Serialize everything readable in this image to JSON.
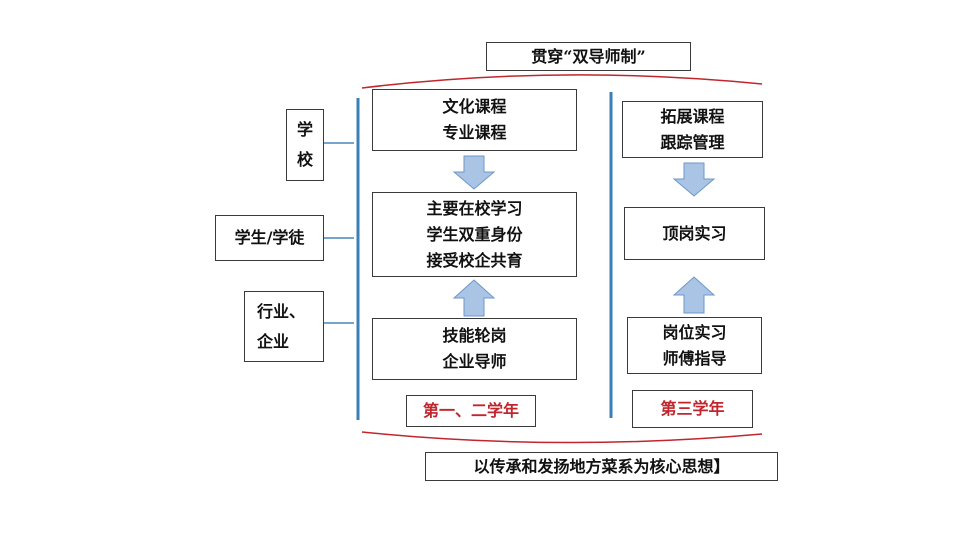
{
  "colors": {
    "curve": "#c0262d",
    "divider": "#3a7fb5",
    "connector": "#4a86b8",
    "arrow_fill": "#a9c4e4",
    "arrow_stroke": "#6e97c9",
    "year_text": "#c0262d"
  },
  "top_title": "贯穿“双导师制”",
  "bottom_caption": "以传承和发扬地方菜系为核心思想】",
  "left_labels": {
    "school": [
      "学",
      "校"
    ],
    "student": "学生/学徒",
    "industry": [
      "行业、",
      "企业"
    ]
  },
  "column1": {
    "box1": [
      "文化课程",
      "专业课程"
    ],
    "box2": [
      "主要在校学习",
      "学生双重身份",
      "接受校企共育"
    ],
    "box3": [
      "技能轮岗",
      "企业导师"
    ],
    "year": "第一、二学年"
  },
  "column2": {
    "box1": [
      "拓展课程",
      "跟踪管理"
    ],
    "box2": [
      "顶岗实习"
    ],
    "box3": [
      "岗位实习",
      "师傅指导"
    ],
    "year": "第三学年"
  }
}
